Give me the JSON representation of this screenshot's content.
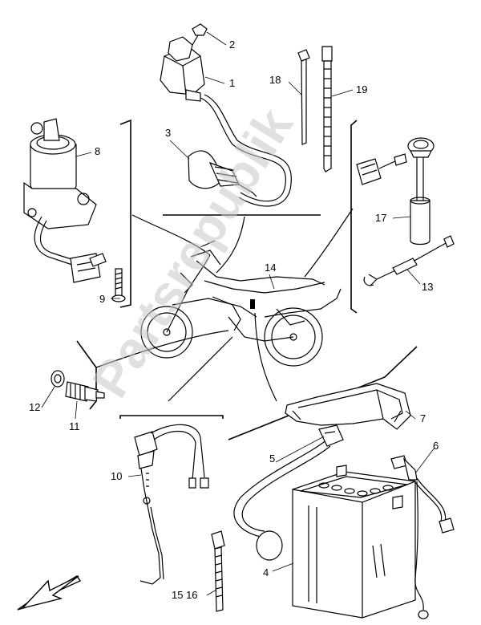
{
  "watermark": {
    "text": "Partsrepublik"
  },
  "callouts": {
    "c1": "1",
    "c2": "2",
    "c3": "3",
    "c4": "4",
    "c5": "5",
    "c6": "6",
    "c7": "7",
    "c8": "8",
    "c9": "9",
    "c10": "10",
    "c11": "11",
    "c12": "12",
    "c13": "13",
    "c14": "14",
    "c15_16": "15 16",
    "c17": "17",
    "c18": "18",
    "c19": "19"
  },
  "icons": {
    "direction_arrow": "front-direction-arrow-icon"
  }
}
